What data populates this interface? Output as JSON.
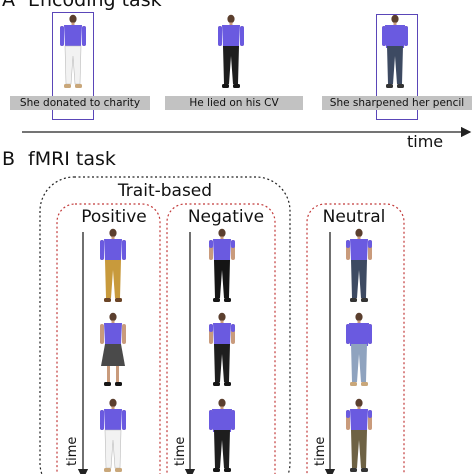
{
  "panel_a": {
    "label": "A",
    "title": "Encoding task",
    "captions": [
      "She donated to charity",
      "He lied on his CV",
      "She sharpened her pencil"
    ],
    "time_label": "time"
  },
  "panel_b": {
    "label": "B",
    "title": "fMRI task",
    "trait_group_label": "Trait-based",
    "columns": [
      {
        "label": "Positive",
        "time_label": "time"
      },
      {
        "label": "Negative",
        "time_label": "time"
      },
      {
        "label": "Neutral",
        "time_label": "time"
      }
    ]
  },
  "colors": {
    "shirt": "#6a5ae0",
    "frame": "#5a46b8",
    "caption_bg": "#c2c2c2",
    "dotted_black": "#222222",
    "dotted_red": "#c23b3b"
  },
  "figures": [
    {
      "group": "encoding",
      "top": "shirt",
      "bottom": "white-pants",
      "shoes": "tan"
    },
    {
      "group": "encoding",
      "top": "shirt",
      "bottom": "black-pants",
      "shoes": "black"
    },
    {
      "group": "encoding",
      "top": "sweater",
      "bottom": "jeans",
      "shoes": "dark"
    },
    {
      "group": "positive",
      "top": "shirt",
      "bottom": "mustard-pants",
      "shoes": "brown"
    },
    {
      "group": "positive",
      "top": "sleeveless",
      "bottom": "skirt",
      "shoes": "black"
    },
    {
      "group": "positive",
      "top": "shirt",
      "bottom": "white-pants",
      "shoes": "tan"
    },
    {
      "group": "negative",
      "top": "tee",
      "bottom": "black-leggings",
      "shoes": "black"
    },
    {
      "group": "negative",
      "top": "tee",
      "bottom": "black-pants",
      "shoes": "black"
    },
    {
      "group": "negative",
      "top": "jacket",
      "bottom": "black-pants",
      "shoes": "black"
    },
    {
      "group": "neutral",
      "top": "tee",
      "bottom": "jeans",
      "shoes": "dark"
    },
    {
      "group": "neutral",
      "top": "sweater",
      "bottom": "light-jeans",
      "shoes": "tan"
    },
    {
      "group": "neutral",
      "top": "tee",
      "bottom": "olive-pants",
      "shoes": "dark"
    }
  ]
}
